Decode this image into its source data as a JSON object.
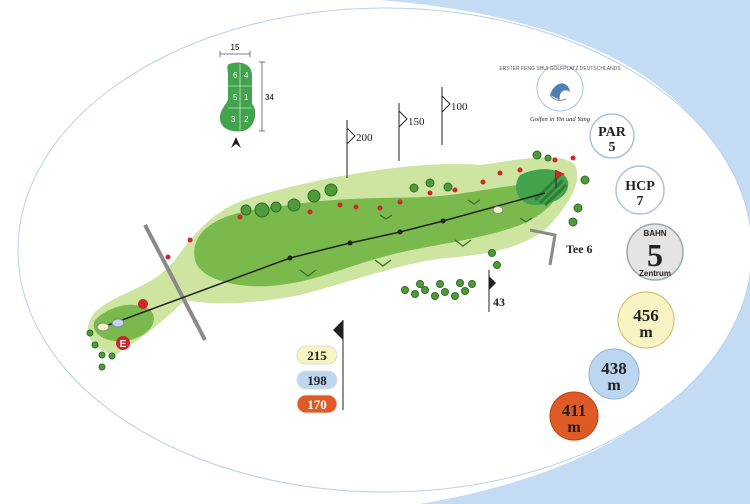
{
  "colors": {
    "sea": "#c4dcf3",
    "rough": "#cde5a1",
    "fairway": "#7ab94c",
    "green": "#43a24c",
    "tree": "#4f9a3b",
    "hazard_dot": "#d0252b",
    "yellow_tee": "#f8f3c2",
    "blue_tee": "#bcd6ef",
    "red_tee": "#e05a25"
  },
  "green_diagram": {
    "width_label": "15",
    "depth_label": "34",
    "zones": [
      "6",
      "4",
      "5",
      "1",
      "3",
      "2"
    ],
    "arrow_icon": "arrow-up-icon"
  },
  "markers": {
    "m200": "200",
    "m150": "150",
    "m100": "100",
    "m43": "43",
    "tee_label": "Tee 6"
  },
  "logo": {
    "ring_text": "ERSTER FENG SHUI GOLFPLATZ DEUTSCHLANDS",
    "tagline": "Golfen in Yin und Yang"
  },
  "hole_info": {
    "par_label": "PAR",
    "par_value": "5",
    "hcp_label": "HCP",
    "hcp_value": "7",
    "bahn_label": "BAHN",
    "bahn_number": "5",
    "bahn_sub": "Zentrum"
  },
  "distances_right": [
    {
      "value": "456",
      "unit": "m"
    },
    {
      "value": "438",
      "unit": "m"
    },
    {
      "value": "411",
      "unit": "m"
    }
  ],
  "distances_left": [
    "215",
    "198",
    "170"
  ],
  "entry_marker": "E"
}
